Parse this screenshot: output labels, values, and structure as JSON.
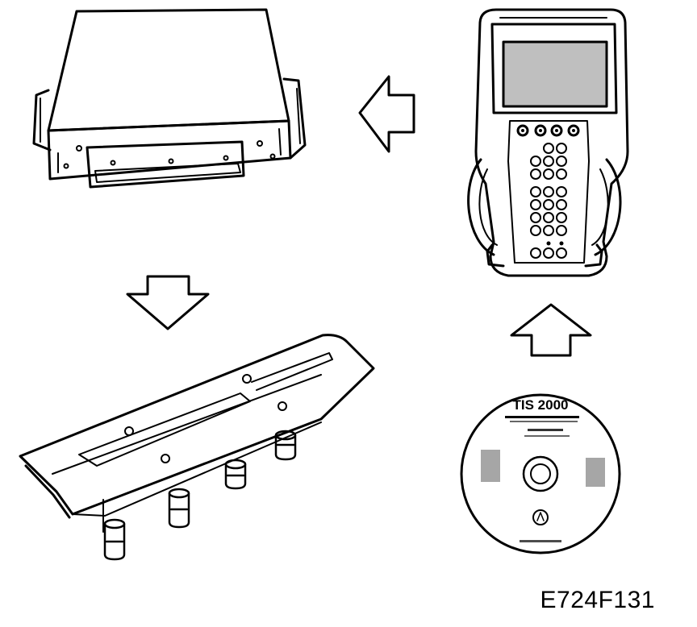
{
  "figure": {
    "code": "E724F131",
    "cd_title": "TIS 2000"
  },
  "components": [
    {
      "name": "control-module",
      "icon": "control-module-icon"
    },
    {
      "name": "diagnostic-tool",
      "icon": "handheld-tester-icon"
    },
    {
      "name": "software-cd",
      "icon": "cd-disc-icon"
    },
    {
      "name": "ignition-cassette",
      "icon": "ignition-cassette-icon"
    }
  ],
  "flow": [
    {
      "from": "software-cd",
      "to": "diagnostic-tool",
      "direction": "up"
    },
    {
      "from": "diagnostic-tool",
      "to": "control-module",
      "direction": "left"
    },
    {
      "from": "control-module",
      "to": "ignition-cassette",
      "direction": "down"
    }
  ],
  "colors": {
    "line": "#000000",
    "background": "#ffffff",
    "screen": "#bfbfbf"
  }
}
